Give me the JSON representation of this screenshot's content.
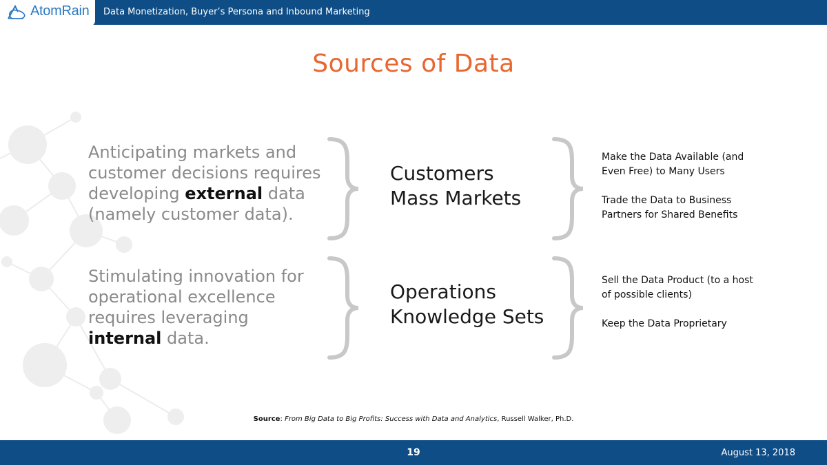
{
  "header": {
    "logo_text": "AtomRain",
    "title": "Data Monetization, Buyer’s Persona and Inbound Marketing"
  },
  "slide": {
    "title": "Sources of Data",
    "rows": [
      {
        "left_parts": [
          "Anticipating markets and customer decisions requires developing ",
          "external",
          " data (namely customer data)."
        ],
        "mid_lines": [
          "Customers",
          "Mass Markets"
        ],
        "right_items": [
          "Make the Data Available (and Even Free) to Many Users",
          "Trade the Data to Business Partners for Shared Benefits"
        ]
      },
      {
        "left_parts": [
          "Stimulating innovation for operational excellence requires leveraging ",
          "internal",
          " data."
        ],
        "mid_lines": [
          "Operations",
          "Knowledge Sets"
        ],
        "right_items": [
          "Sell the Data Product (to a host of possible clients)",
          "Keep the Data Proprietary"
        ]
      }
    ],
    "source": {
      "label": "Source",
      "separator": ": ",
      "title": "From Big Data to Big Profits: Success with Data and Analytics",
      "author": ", Russell Walker, Ph.D."
    }
  },
  "footer": {
    "page_number": "19",
    "date": "August 13, 2018"
  },
  "colors": {
    "bar": "#0e4d86",
    "title": "#e8662f",
    "muted_text": "#8a8a8a",
    "brace": "#c8c8c8"
  }
}
